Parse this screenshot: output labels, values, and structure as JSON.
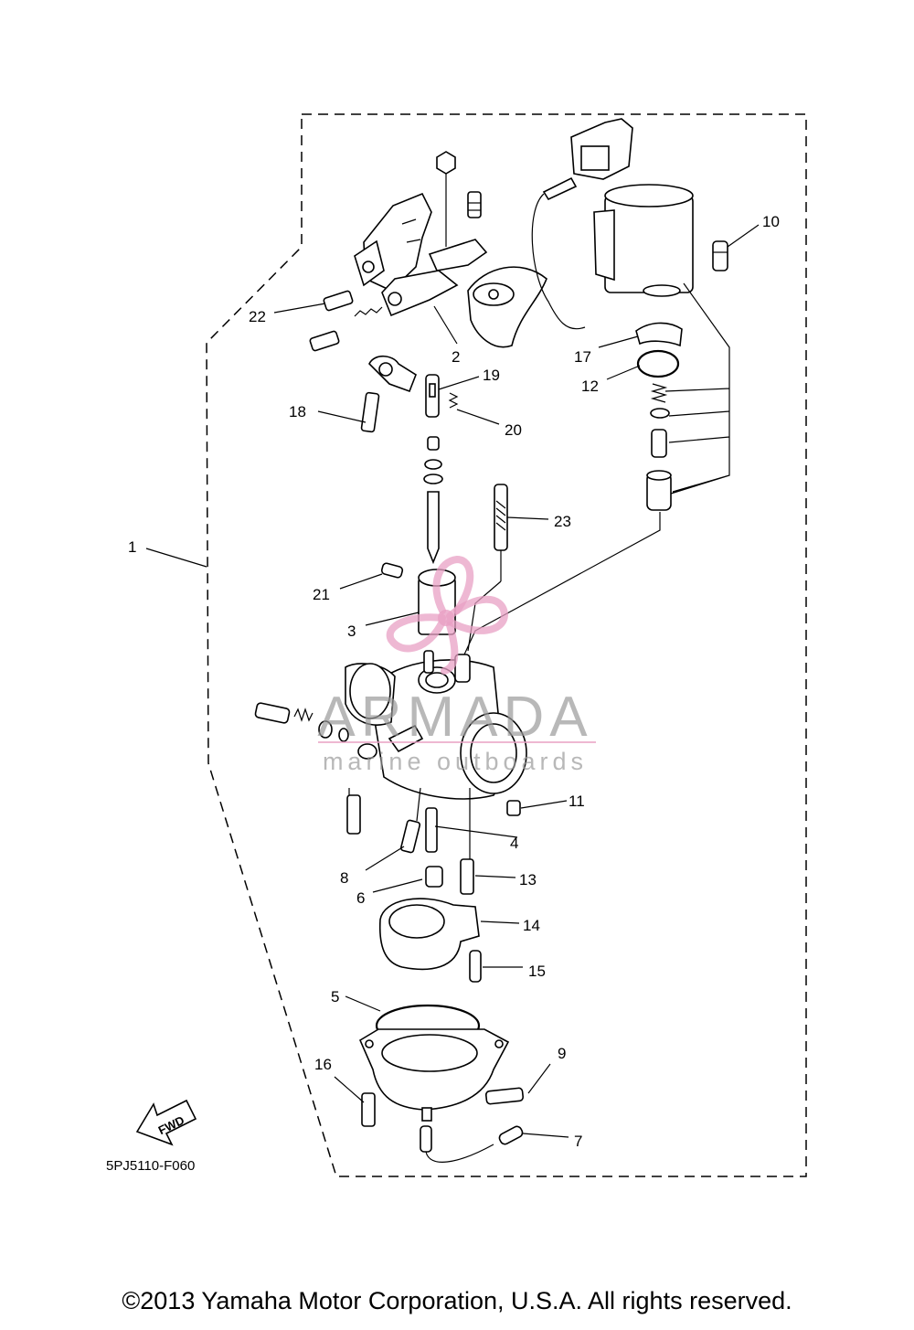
{
  "diagram": {
    "code": "5PJ5110-F060",
    "fwd_label": "FWD",
    "callouts": {
      "c1": "1",
      "c2": "2",
      "c3": "3",
      "c4": "4",
      "c5": "5",
      "c6": "6",
      "c7": "7",
      "c8": "8",
      "c9": "9",
      "c10": "10",
      "c11": "11",
      "c12": "12",
      "c13": "13",
      "c14": "14",
      "c15": "15",
      "c16": "16",
      "c17": "17",
      "c18": "18",
      "c19": "19",
      "c20": "20",
      "c21": "21",
      "c22": "22",
      "c23": "23"
    }
  },
  "watermark": {
    "title": "ARMADA",
    "subtitle": "marine outboards",
    "logo_color": "#e8a0c4",
    "text_color": "#9a9a9a"
  },
  "footer": {
    "copyright": "©2013 Yamaha Motor Corporation, U.S.A. All rights reserved."
  }
}
